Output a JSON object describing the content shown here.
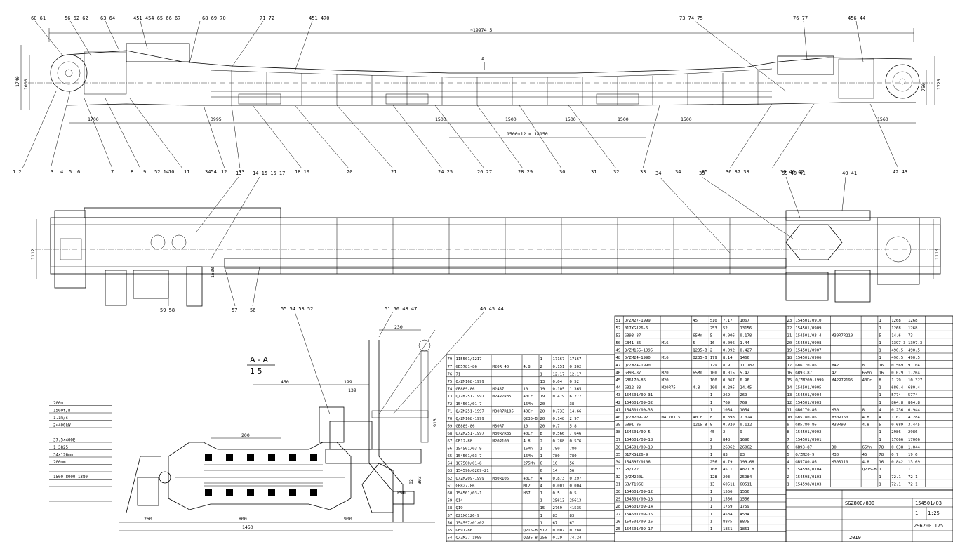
{
  "top_view": {
    "overall_dim": "~19974.5",
    "dims_bottom": [
      "1700",
      "3995",
      "1500",
      "1500",
      "1500",
      "1500",
      "1500",
      "1560"
    ],
    "dim_sum": "1500×12 = 18150",
    "left_heights": [
      "1740",
      "1000"
    ],
    "right_heights": [
      "750",
      "1725"
    ],
    "section_mark": "A",
    "callouts_top": [
      "60 61",
      "56 62 62",
      "63 64",
      "451 454 65 66 67",
      "68 69 70",
      "71 72",
      "451 470",
      "73 74 75",
      "76 77",
      "456 44"
    ],
    "callouts_bottom": [
      "1 2",
      "3",
      "4",
      "5",
      "6",
      "7",
      "8",
      "9",
      "52 14",
      "10",
      "11",
      "3454",
      "12",
      "13",
      "18 19",
      "20",
      "21",
      "24 25",
      "26 27",
      "28 29",
      "30",
      "31",
      "32",
      "33",
      "34",
      "35",
      "36 37 38",
      "39 40 42",
      "42 43"
    ]
  },
  "plan_view": {
    "left_dim": "1112",
    "right_dim": "1110",
    "inner_dim": "1500",
    "callouts_top": [
      "13",
      "14 15 16 17",
      "34",
      "35",
      "39 40 41",
      "40 41"
    ],
    "callouts_bottom": [
      "59 58",
      "57",
      "56"
    ]
  },
  "section_view": {
    "title": "A - A",
    "scale": "1 5",
    "callouts": [
      "55 54 53 52",
      "51 50 48 47",
      "46 45 44"
    ],
    "dims": [
      "450",
      "199",
      "139",
      "230",
      "200",
      "913",
      "260",
      "800",
      "900",
      "1450",
      "303",
      "P90",
      "82"
    ]
  },
  "spec_block": {
    "title": "",
    "rows": [
      {
        "k": "",
        "v": "200m"
      },
      {
        "k": "",
        "v": "1500t/h"
      },
      {
        "k": "",
        "v": "1.1m/s"
      },
      {
        "k": "",
        "v": "2×400kW"
      },
      {
        "k": "",
        "v": ""
      },
      {
        "k": "",
        "v": "37.5×400E"
      },
      {
        "k": "",
        "v": "1 3825"
      },
      {
        "k": "",
        "v": "34×126mm"
      },
      {
        "k": "",
        "v": "200mm"
      },
      {
        "k": "",
        "v": ""
      },
      {
        "k": "",
        "v": "1500 8000 1380"
      },
      {
        "k": "",
        "v": ""
      },
      {
        "k": "",
        "v": ""
      },
      {
        "k": "",
        "v": ""
      }
    ]
  },
  "bom": {
    "col1": [
      [
        "51",
        "Q/ZM27-1999",
        "",
        "45",
        "510",
        "7.17",
        "1067"
      ],
      [
        "52",
        "017XG126-6",
        "",
        "",
        "253",
        "52",
        "13156"
      ],
      [
        "53",
        "GB93-87",
        "",
        "65Mn",
        "5",
        "0.006",
        "0.178"
      ],
      [
        "50",
        "GB41-86",
        "M16",
        "5",
        "16",
        "0.096",
        "1.44"
      ],
      [
        "49",
        "Q/ZM155-1995",
        "",
        "Q235-B",
        "2",
        "0.092",
        "0.427"
      ],
      [
        "48",
        "Q/ZM24-1990",
        "M16",
        "Q235-B",
        "179",
        "8.14",
        "1466"
      ],
      [
        "47",
        "Q/ZM24-1990",
        "",
        "",
        "129",
        "8.9",
        "11.782"
      ],
      [
        "46",
        "GB93-87",
        "M20",
        "65Mn",
        "100",
        "0.015",
        "5.42"
      ],
      [
        "45",
        "GB6170-86",
        "M20",
        "",
        "100",
        "0.067",
        "6.96"
      ],
      [
        "44",
        "GB12-88",
        "M20R75",
        "4.8",
        "100",
        "0.295",
        "24.45"
      ],
      [
        "43",
        "154501/09-31",
        "",
        "",
        "1",
        "269",
        "269"
      ],
      [
        "42",
        "154501/09-32",
        "",
        "",
        "1",
        "769",
        "769"
      ],
      [
        "41",
        "154501/09-33",
        "",
        "",
        "1",
        "1054",
        "1054"
      ],
      [
        "40",
        "Q/ZM209-92",
        "M4,7R115",
        "40Cr",
        "8",
        "0.898",
        "7.024"
      ],
      [
        "39",
        "GB91-86",
        "",
        "Q215-B",
        "8",
        "0.020",
        "0.112"
      ],
      [
        "38",
        "154501/09-5",
        "",
        "",
        "45",
        "2",
        "9"
      ],
      [
        "37",
        "154501/09-18",
        "",
        "",
        "2",
        "848",
        "1696"
      ],
      [
        "36",
        "154501/09-19",
        "",
        "",
        "1",
        "26062",
        "26062"
      ],
      [
        "35",
        "017XG126-9",
        "",
        "",
        "1",
        "83",
        "83"
      ],
      [
        "34",
        "154597/0106",
        "",
        "",
        "256",
        "0.79",
        "199.68"
      ],
      [
        "33",
        "GB/122C",
        "",
        "",
        "108",
        "45.1",
        "4871.8"
      ],
      [
        "32",
        "Q/ZM220L",
        "",
        "",
        "128",
        "203",
        "25984"
      ],
      [
        "31",
        "GB/T196C",
        "",
        "",
        "13",
        "60511",
        "60511"
      ],
      [
        "30",
        "154501/09-12",
        "",
        "",
        "1",
        "1556",
        "1556"
      ],
      [
        "29",
        "154501/09-13",
        "",
        "",
        "1",
        "1556",
        "1556"
      ],
      [
        "28",
        "154501/09-14",
        "",
        "",
        "1",
        "1759",
        "1759"
      ],
      [
        "27",
        "154501/09-15",
        "",
        "",
        "1",
        "4534",
        "4534"
      ],
      [
        "26",
        "154501/09-16",
        "",
        "",
        "1",
        "8875",
        "8875"
      ],
      [
        "25",
        "154501/09-17",
        "",
        "",
        "1",
        "1851",
        "1851"
      ]
    ],
    "col2": [
      [
        "79",
        "115501/1217",
        "",
        "",
        "1",
        "17167",
        "17167"
      ],
      [
        "77",
        "GB5781-86",
        "M20R 40",
        "4.8",
        "2",
        "0.151",
        "0.302"
      ],
      [
        "76",
        "71",
        "",
        "",
        "1",
        "12.17",
        "12.17"
      ],
      [
        "75",
        "Q/ZM168-1999",
        "",
        "",
        "13",
        "0.04",
        "0.52"
      ],
      [
        "74",
        "GB889-86",
        "M24R7",
        "10",
        "19",
        "0.105",
        "1.365"
      ],
      [
        "73",
        "Q/ZM251-1997",
        "M24R7R85",
        "40Cr",
        "19",
        "0.479",
        "6.277"
      ],
      [
        "72",
        "154501/01-7",
        "",
        "16Mn",
        "20",
        "",
        "38"
      ],
      [
        "71",
        "Q/ZM251-1997",
        "M30R7R105",
        "40Cr",
        "20",
        "0.733",
        "14.66"
      ],
      [
        "70",
        "Q/ZM168-1999",
        "",
        "Q235-B",
        "20",
        "0.148",
        "2.97"
      ],
      [
        "69",
        "GB889-86",
        "M30R7",
        "10",
        "20",
        "0.7",
        "5.8"
      ],
      [
        "68",
        "Q/ZM251-1997",
        "M30R7R85",
        "40Cr",
        "8",
        "0.566",
        "7.646"
      ],
      [
        "67",
        "GB12-88",
        "M20R100",
        "4.8",
        "2",
        "0.288",
        "0.576"
      ],
      [
        "66",
        "154501/03-9",
        "",
        "16Mn",
        "1",
        "780",
        "780"
      ],
      [
        "65",
        "154501/03-7",
        "",
        "16Mn",
        "1",
        "780",
        "780"
      ],
      [
        "64",
        "187500/01-8",
        "",
        "275Mn",
        "6",
        "16",
        "56"
      ],
      [
        "63",
        "154596/0209-21",
        "",
        "",
        "6",
        "14",
        "56"
      ],
      [
        "62",
        "Q/ZM209-1999",
        "M30R105",
        "40Cr",
        "4",
        "0.873",
        "0.297"
      ],
      [
        "61",
        "GB827-86",
        "",
        "M12",
        "4",
        "0.001",
        "0.004"
      ],
      [
        "60",
        "154501/03-1",
        "",
        "H67",
        "1",
        "0.5",
        "0.5"
      ],
      [
        "59",
        "Q14",
        "",
        "",
        "1",
        "25613",
        "25613"
      ],
      [
        "58",
        "Q19",
        "",
        "",
        "15",
        "2769",
        "41535"
      ],
      [
        "57",
        "QZ1XG126-9",
        "",
        "",
        "1",
        "83",
        "83"
      ],
      [
        "56",
        "154597/01/02",
        "",
        "",
        "1",
        "67",
        "67"
      ],
      [
        "55",
        "GB91-86",
        "",
        "Q215-B",
        "512",
        "0.007",
        "0.288"
      ],
      [
        "54",
        "Q/ZM27-1999",
        "",
        "Q235-B",
        "256",
        "0.29",
        "74.24"
      ]
    ],
    "col3": [
      [
        "23",
        "154501/0910",
        "",
        "",
        "1",
        "1268",
        "1268"
      ],
      [
        "22",
        "154501/0909",
        "",
        "",
        "1",
        "1268",
        "1268"
      ],
      [
        "21",
        "154501/03-4",
        "M30R7R210",
        "",
        "5",
        "14.6",
        "73"
      ],
      [
        "20",
        "154501/0908",
        "",
        "",
        "1",
        "1397.3",
        "1397.3"
      ],
      [
        "19",
        "154501/0907",
        "",
        "",
        "1",
        "490.5",
        "490.5"
      ],
      [
        "18",
        "154501/0906",
        "",
        "",
        "1",
        "490.5",
        "490.5"
      ],
      [
        "17",
        "GB6170-86",
        "M42",
        "8",
        "16",
        "0.569",
        "9.104"
      ],
      [
        "16",
        "GB93-87",
        "42",
        "65Mn",
        "16",
        "0.079",
        "1.264"
      ],
      [
        "15",
        "Q/ZM209-1999",
        "M42R7R195",
        "40Cr",
        "8",
        "1.29",
        "10.327"
      ],
      [
        "14",
        "154501/0905",
        "",
        "",
        "1",
        "680.4",
        "680.4"
      ],
      [
        "13",
        "154501/0904",
        "",
        "",
        "1",
        "5774",
        "5774"
      ],
      [
        "12",
        "154501/0903",
        "",
        "",
        "1",
        "864.8",
        "864.8"
      ],
      [
        "11",
        "GB6170-86",
        "M30",
        "8",
        "4",
        "0.236",
        "0.944"
      ],
      [
        "10",
        "GB5780-86",
        "M30R160",
        "4.8",
        "4",
        "1.071",
        "4.284"
      ],
      [
        "9",
        "GB5780-86",
        "M30R90",
        "4.8",
        "5",
        "0.689",
        "3.445"
      ],
      [
        "8",
        "154501/0902",
        "",
        "",
        "1",
        "2986",
        "2986"
      ],
      [
        "7",
        "154501/0901",
        "",
        "",
        "1",
        "17066",
        "17066"
      ],
      [
        "6",
        "GB93-87",
        "30",
        "65Mn",
        "78",
        "0.038",
        "1.044"
      ],
      [
        "5",
        "Q/ZM20-9",
        "M30",
        "45",
        "78",
        "0.7",
        "19.6"
      ],
      [
        "4",
        "GB5780-86",
        "M30R110",
        "4.8",
        "16",
        "0.842",
        "13.69"
      ],
      [
        "3",
        "154598/0104",
        "",
        "Q215-B",
        "1",
        "",
        "1"
      ],
      [
        "2",
        "154598/0103",
        "",
        "",
        "1",
        "72.1",
        "72.1"
      ],
      [
        "1",
        "154598/0103",
        "",
        "",
        "1",
        "72.1",
        "72.1"
      ]
    ]
  },
  "title_block": {
    "drawing_name": "SGZ800/800",
    "drawing_no": "154501/03",
    "scale": "1:25",
    "part_label": "",
    "sheet": "1",
    "weight": "296200.175",
    "date": "2019",
    "signer": ""
  }
}
